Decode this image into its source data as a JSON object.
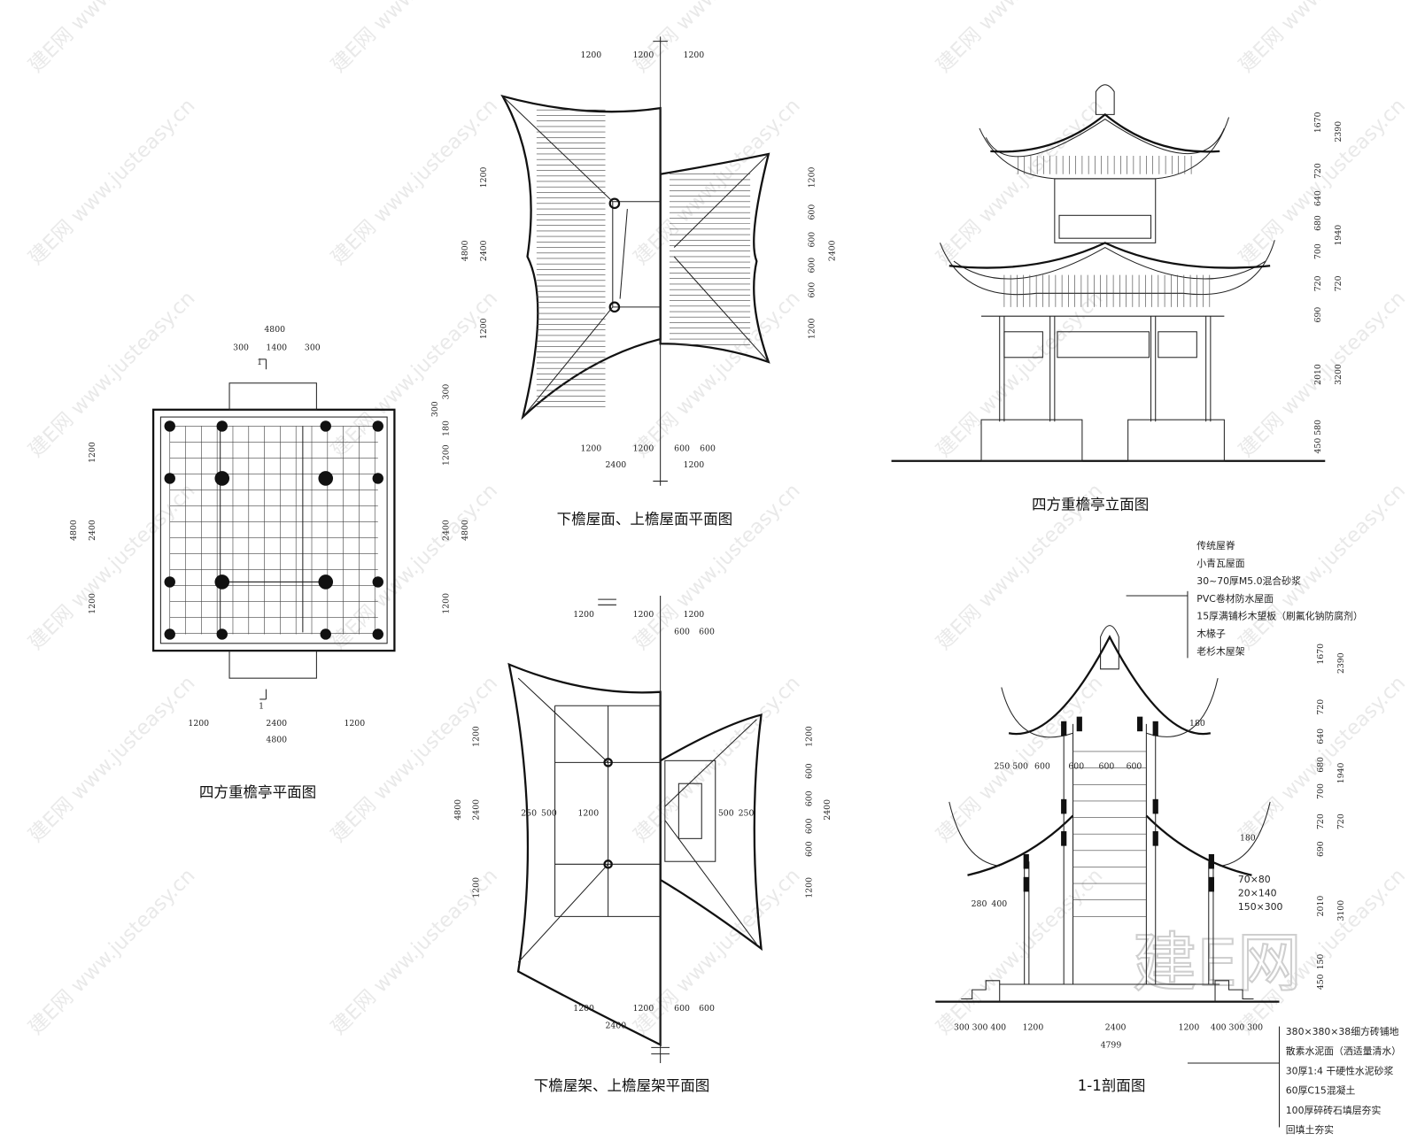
{
  "titles": {
    "plan": "四方重檐亭平面图",
    "roof_plan": "下檐屋面、上檐屋面平面图",
    "elevation": "四方重檐亭立面图",
    "frame_plan": "下檐屋架、上檐屋架平面图",
    "section": "1-1剖面图"
  },
  "section_marker": "1",
  "roof_layers": [
    "传统屋脊",
    "小青瓦屋面",
    "30~70厚M5.0混合砂浆",
    "PVC卷材防水屋面",
    "15厚满铺杉木望板（刷氟化钠防腐剂）",
    "木椽子",
    "老杉木屋架"
  ],
  "floor_layers": [
    "380×380×38细方砖铺地",
    "散素水泥面（洒适量清水）",
    "30厚1:4 干硬性水泥砂浆",
    "60厚C15混凝土",
    "100厚碎砖石填层夯实",
    "回填土夯实"
  ],
  "member_sizes": [
    "70×80",
    "20×140",
    "150×300"
  ],
  "eave_offset": "180",
  "dims": {
    "plan_top": [
      "4800",
      "300",
      "1400",
      "300"
    ],
    "plan_left": [
      "1200",
      "2400",
      "1200",
      "4800"
    ],
    "plan_right": [
      "300",
      "300",
      "180",
      "1200",
      "2400",
      "1200",
      "4800"
    ],
    "plan_bottom": [
      "1200",
      "2400",
      "1200",
      "4800"
    ],
    "roof_top": [
      "1200",
      "1200",
      "1200"
    ],
    "roof_left": [
      "1200",
      "2400",
      "1200",
      "4800"
    ],
    "roof_right": [
      "1200",
      "600",
      "600",
      "600",
      "600",
      "1200",
      "2400"
    ],
    "roof_bottom": [
      "1200",
      "1200",
      "600",
      "600",
      "2400",
      "1200"
    ],
    "elev_right": [
      "1670",
      "720",
      "640",
      "680",
      "700",
      "720",
      "690",
      "2010",
      "580",
      "450"
    ],
    "elev_right_total": [
      "2390",
      "1940",
      "720",
      "3200"
    ],
    "frame_top": [
      "1200",
      "1200",
      "1200",
      "600",
      "600"
    ],
    "frame_inner": [
      "250",
      "500",
      "1200",
      "500",
      "250"
    ],
    "frame_left": [
      "1200",
      "2400",
      "1200",
      "4800"
    ],
    "frame_right": [
      "1200",
      "600",
      "600",
      "600",
      "600",
      "1200",
      "2400"
    ],
    "frame_bottom": [
      "1200",
      "1200",
      "600",
      "600",
      "2400"
    ],
    "sec_upper": [
      "250",
      "500",
      "600",
      "600",
      "600",
      "600"
    ],
    "sec_lower": [
      "280",
      "400"
    ],
    "sec_right": [
      "1670",
      "720",
      "640",
      "680",
      "700",
      "720",
      "690",
      "2010",
      "150",
      "450"
    ],
    "sec_right_total": [
      "2390",
      "1940",
      "720",
      "3100"
    ],
    "sec_bottom": [
      "300",
      "300",
      "400",
      "1200",
      "2400",
      "1200",
      "400",
      "300",
      "300",
      "4799"
    ]
  },
  "watermark": "建E网 www.justeasy.cn",
  "logo": "建E网"
}
